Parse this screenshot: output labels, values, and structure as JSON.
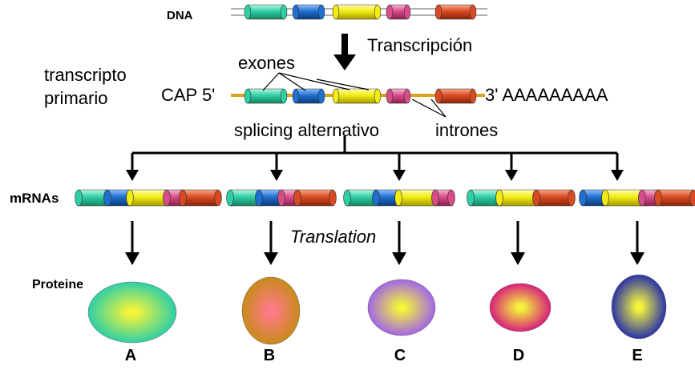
{
  "labels": {
    "dna": "DNA",
    "transcription": "Transcripción",
    "primary_transcript_line1": "transcripto",
    "primary_transcript_line2": "primario",
    "cap": "CAP 5'",
    "poly_a": "3' AAAAAAAAA",
    "exons": "exones",
    "introns": "intrones",
    "alternative_splicing": "splicing alternativo",
    "mrnas": "mRNAs",
    "translation": "Translation",
    "proteins": "Proteine"
  },
  "exon_colors": {
    "exon1": "#2ecfa5",
    "exon2": "#1f6fcf",
    "exon3": "#f2ec12",
    "exon4": "#d84c8a",
    "exon5": "#d94a22"
  },
  "mrna_isoforms": [
    {
      "exons": [
        "exon1",
        "exon2",
        "exon3",
        "exon4",
        "exon5"
      ]
    },
    {
      "exons": [
        "exon1",
        "exon2",
        "exon4",
        "exon5"
      ]
    },
    {
      "exons": [
        "exon1",
        "exon2",
        "exon3",
        "exon4"
      ]
    },
    {
      "exons": [
        "exon1",
        "exon3",
        "exon5"
      ]
    },
    {
      "exons": [
        "exon2",
        "exon3",
        "exon4",
        "exon5"
      ]
    }
  ],
  "proteins": [
    {
      "label": "A",
      "edge_color": "#2ecfa5",
      "center_color": "#f4f43a"
    },
    {
      "label": "B",
      "edge_color": "#c98a1a",
      "center_color": "#ff7a8a"
    },
    {
      "label": "C",
      "edge_color": "#a266e6",
      "center_color": "#f4f43a"
    },
    {
      "label": "D",
      "edge_color": "#d8207a",
      "center_color": "#f4f43a"
    },
    {
      "label": "E",
      "edge_color": "#2b34a8",
      "center_color": "#f4f43a"
    }
  ]
}
